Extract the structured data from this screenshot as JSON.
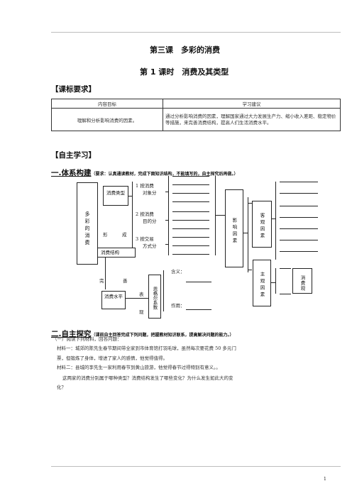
{
  "header": {
    "lesson_title": "第三课　多彩的消费",
    "section_title": "第 1 课时　消费及其类型"
  },
  "curriculum": {
    "heading": "【课标要求】",
    "col_goal": "内容目标",
    "col_advice": "学习建议",
    "goal": "理解和分析影响消费的因素。",
    "advice": "通过分析影响消费的因素，理解国家通过大力发展生产力、缩小收入差距、稳定物价等措施，来完善消费结构，提高人们生活消费水平。"
  },
  "self_study": {
    "heading": "【自主学习】",
    "part1_title": "一.体系构建",
    "part1_note": "（要求：认真通读教材，完成下面知识结构，不能填写的，自主探究后再做。）",
    "diagram": {
      "center": "多彩的消费",
      "types_box": "消费类型",
      "type1a": "1 按消费",
      "type1b": "对象分",
      "type2a": "2 按消费",
      "type2b": "目的分",
      "type3a": "3 按交易",
      "type3b": "方式分",
      "forms_a": "形",
      "forms_b": "成",
      "structure": "消费结构",
      "complete_a": "完",
      "complete_b": "善",
      "level": "消费水平",
      "biao": "表",
      "xian": "现",
      "engel": "恩格尔系数",
      "meaning": "含义：",
      "role": "作用：",
      "factors": "影响因素",
      "objective": "客观因素",
      "subjective": "主观因素",
      "view": "消费观"
    },
    "part2_title": "二.自主探究",
    "part2_note": "（课前自主回答完成下列问题，把握教材知识联系，提高解决问题的能力。）",
    "q_intro": "（一）阅读下列材料，回答问题：",
    "m1_line1": "材料一：城郊的陈先生春节期间带全家到市体育馆打羽毛球，虽然每次要花费 50 多元门",
    "m1_line2": "票，但锻炼了身体，增进了家人的感情，他觉得值得。",
    "m2": "材料二：县城的李先生一家利用春节到黄山旅游，他觉得春节过得特别有意义。。",
    "q_line1": "这两家的消费分别属于哪种类型？消费结构发生了哪些变化？为什么发生如此大的变",
    "q_line2": "化？"
  },
  "footer": {
    "page_number": "1"
  }
}
